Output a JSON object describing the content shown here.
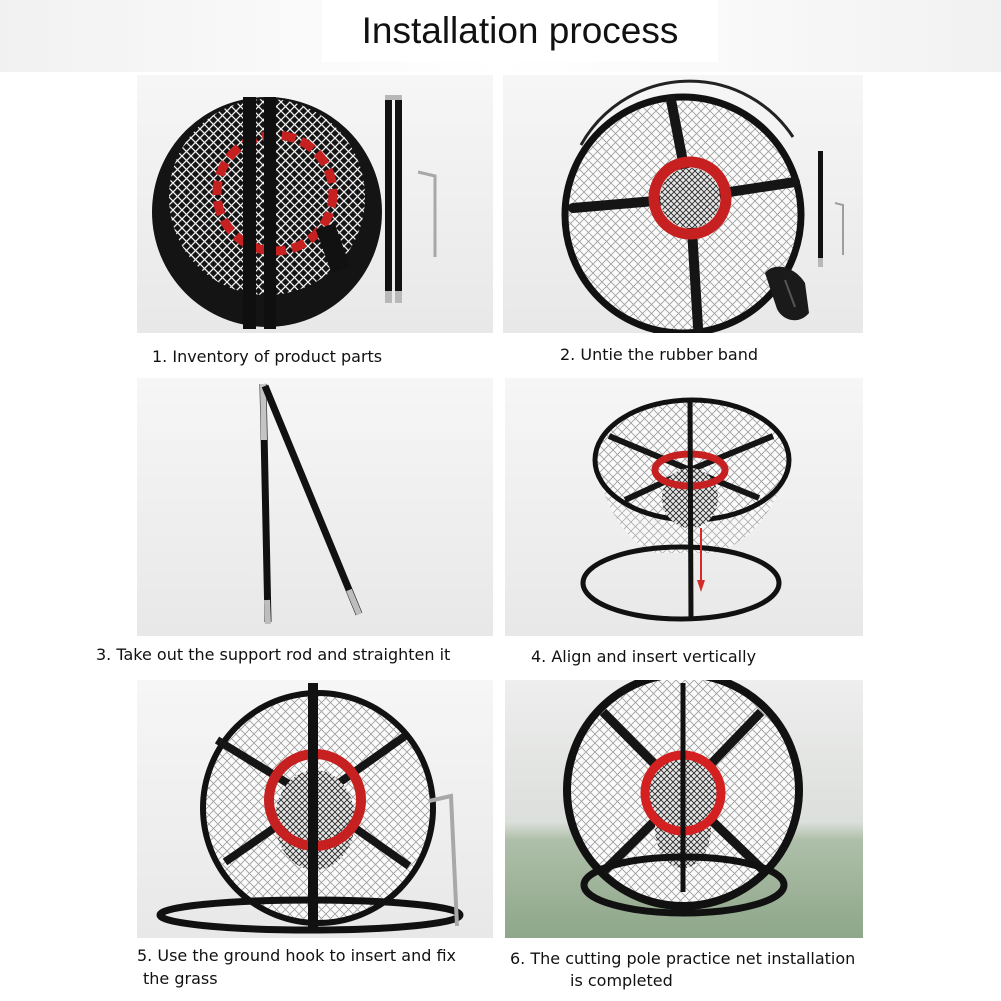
{
  "title": "Installation process",
  "steps": [
    {
      "caption_lines": [
        "1. Inventory of product parts"
      ]
    },
    {
      "caption_lines": [
        "2. Untie the rubber band"
      ]
    },
    {
      "caption_lines": [
        "3. Take out the support rod and straighten it"
      ]
    },
    {
      "caption_lines": [
        "4. Align and insert vertically"
      ]
    },
    {
      "caption_lines": [
        "5. Use the ground hook to insert and fix",
        "the grass"
      ]
    },
    {
      "caption_lines": [
        "6. The cutting pole practice net installation",
        "is completed"
      ]
    }
  ],
  "colors": {
    "frame_black": "#111111",
    "target_ring_red": "#c62020",
    "arrow_red": "#d42a2a",
    "hook_silver": "#a8a8a8"
  }
}
